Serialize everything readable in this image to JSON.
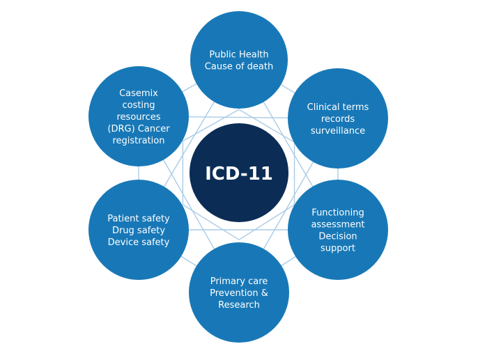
{
  "center": {
    "label": "ICD-11"
  },
  "nodes": [
    {
      "id": "public-health",
      "lines": [
        "Public Health",
        "Cause of death"
      ]
    },
    {
      "id": "clinical-terms",
      "lines": [
        "Clinical terms",
        "records",
        "surveillance"
      ]
    },
    {
      "id": "functioning",
      "lines": [
        "Functioning",
        "assessment",
        "Decision",
        "support"
      ]
    },
    {
      "id": "primary-care",
      "lines": [
        "Primary care",
        "Prevention &",
        "Research"
      ]
    },
    {
      "id": "patient-safety",
      "lines": [
        "Patient safety",
        "Drug safety",
        "Device safety"
      ]
    },
    {
      "id": "casemix",
      "lines": [
        "Casemix",
        "costing",
        "resources",
        "(DRG) Cancer",
        "registration"
      ]
    }
  ],
  "colors": {
    "node": "#1878b7",
    "center": "#0b2d55",
    "lines": "#a9cbe6"
  }
}
